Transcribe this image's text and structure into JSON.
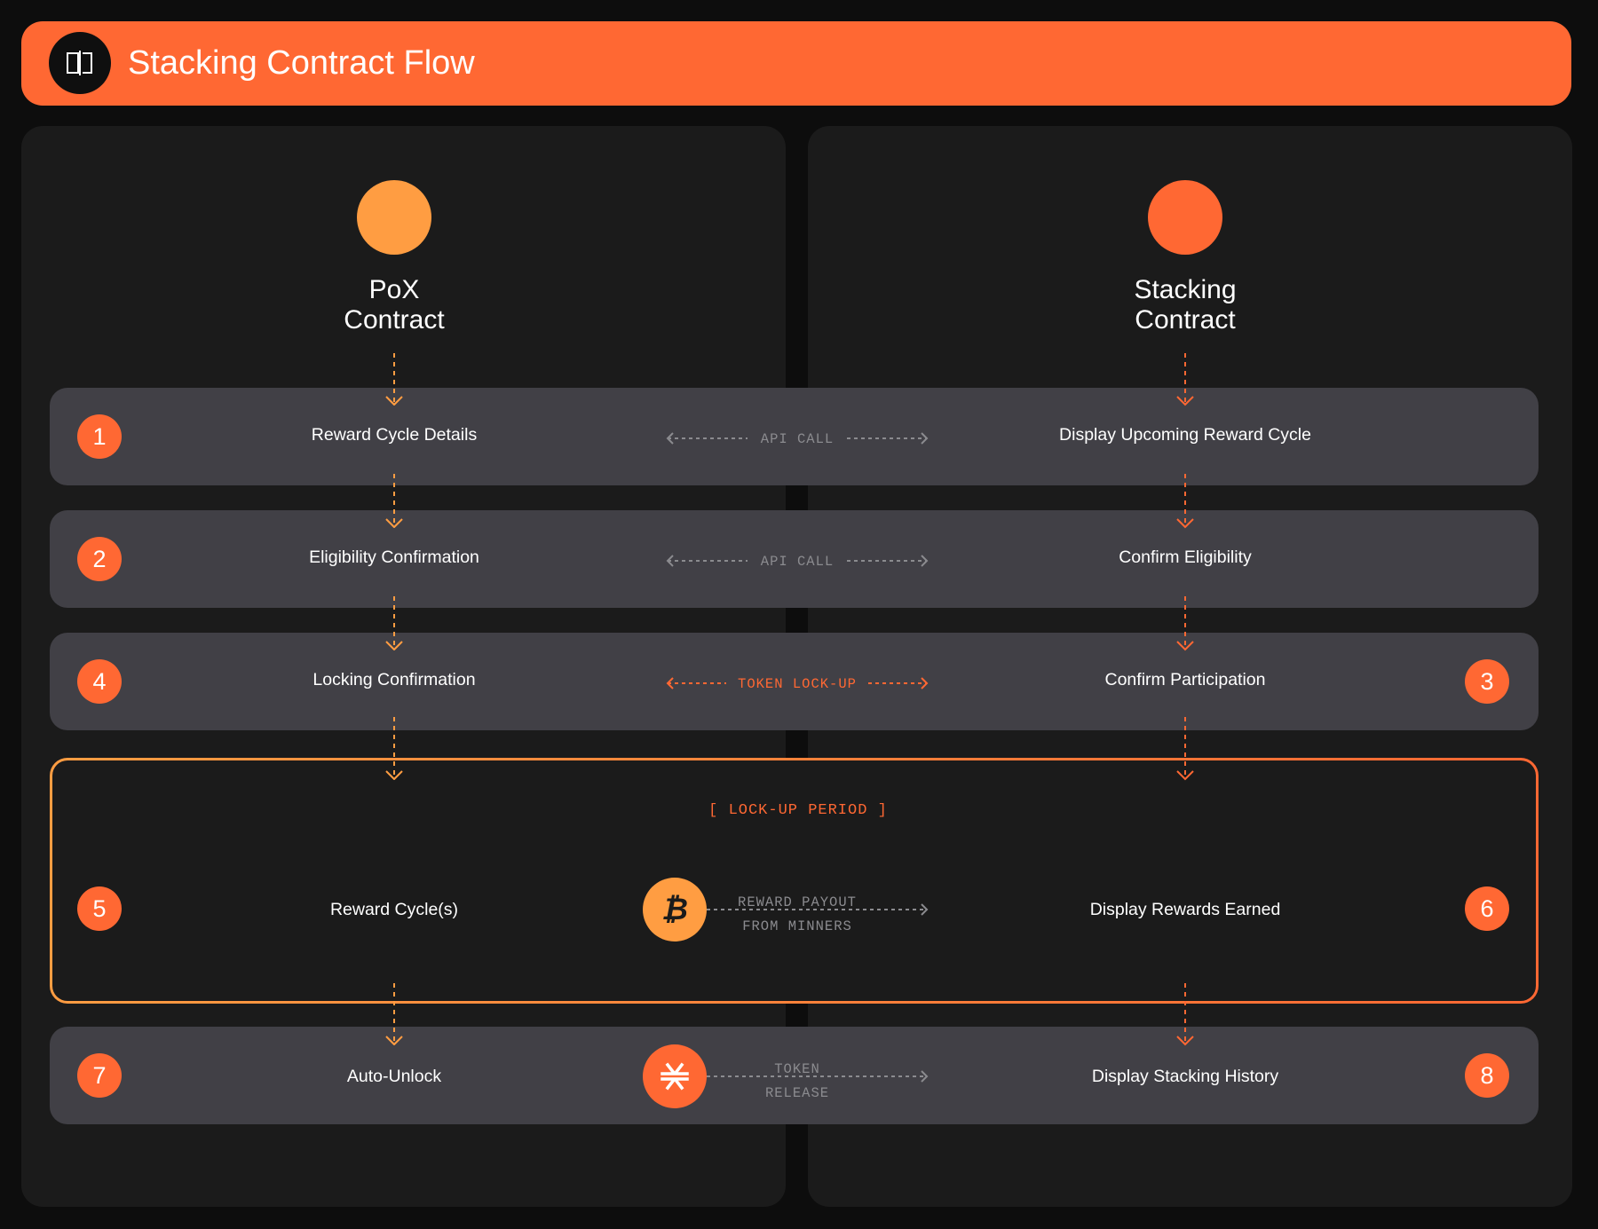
{
  "header": {
    "title": "Stacking Contract Flow",
    "icon": "split-panel-icon"
  },
  "columns": {
    "left": {
      "title_line1": "PoX",
      "title_line2": "Contract",
      "color": "#ff9d42"
    },
    "right": {
      "title_line1": "Stacking",
      "title_line2": "Contract",
      "color": "#ff6833"
    }
  },
  "rows": [
    {
      "left_num": "1",
      "left": "Reward Cycle Details",
      "middle": "API CALL",
      "right": "Display Upcoming Reward Cycle"
    },
    {
      "left_num": "2",
      "left": "Eligibility Confirmation",
      "middle": "API CALL",
      "right": "Confirm Eligibility"
    },
    {
      "left_num": "4",
      "left": "Locking Confirmation",
      "middle": "TOKEN LOCK-UP",
      "right": "Confirm Participation",
      "right_num": "3"
    }
  ],
  "lockup": {
    "label": "[ LOCK-UP PERIOD ]",
    "left_num": "5",
    "left": "Reward Cycle(s)",
    "middle_line1": "REWARD PAYOUT",
    "middle_line2": "FROM MINNERS",
    "right": "Display Rewards Earned",
    "right_num": "6",
    "coin_icon": "bitcoin-icon"
  },
  "final": {
    "left_num": "7",
    "left": "Auto-Unlock",
    "middle_line1": "TOKEN",
    "middle_line2": "RELEASE",
    "right": "Display Stacking History",
    "right_num": "8",
    "coin_icon": "stacks-icon"
  },
  "colors": {
    "accent": "#ff6833",
    "accent_light": "#ff9d42",
    "row": "#414046",
    "panel": "#1b1b1b"
  }
}
